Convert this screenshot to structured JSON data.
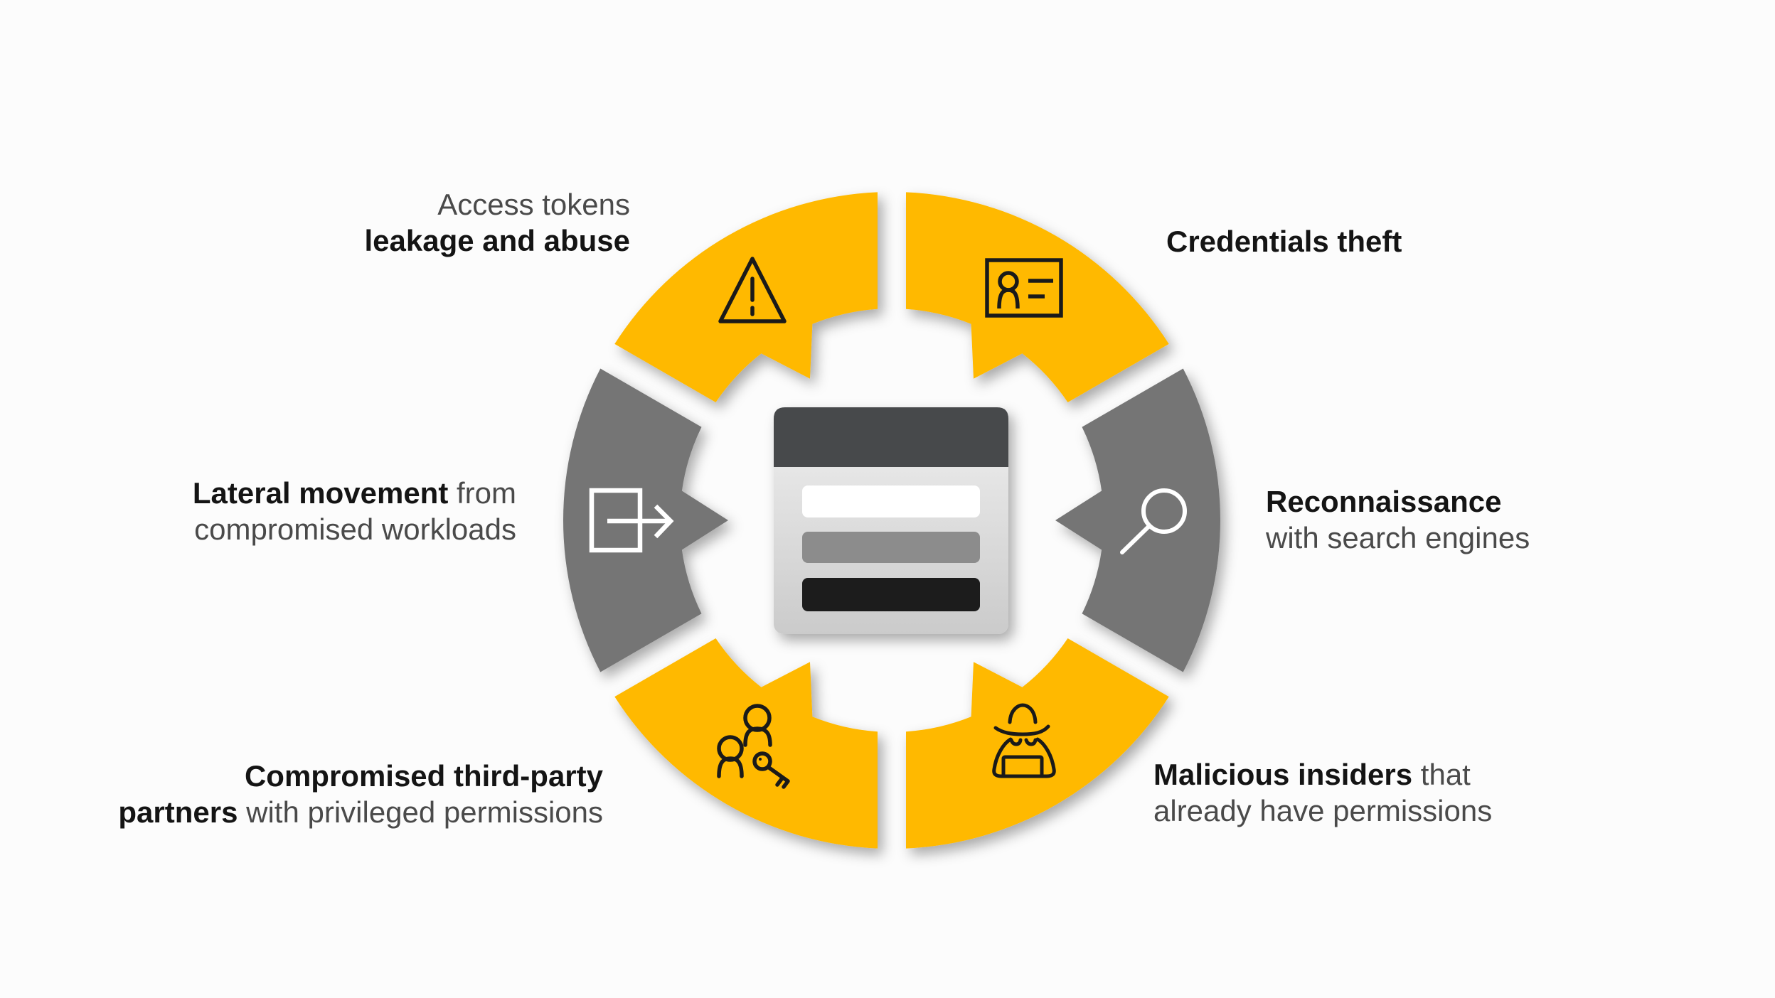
{
  "colors": {
    "background": "#FCFCFC",
    "amber": "#FFB900",
    "gray": "#747474",
    "icon_dark": "#1A1A1A",
    "icon_light": "#FFFFFF",
    "hub_header": "#47494B",
    "hub_body_top": "#F0F0F0",
    "hub_body_bottom": "#CBCBCB",
    "hub_field_white": "#FFFFFF",
    "hub_field_gray": "#8C8C8C",
    "hub_field_black": "#1D1D1D",
    "text_bold": "#141414",
    "text_regular": "#4A4A4A"
  },
  "ring": {
    "segments": [
      {
        "name": "reconnaissance",
        "angle": 0,
        "color": "#747474",
        "icon": "magnifier-icon"
      },
      {
        "name": "malicious-insiders",
        "angle": 60,
        "color": "#FFB900",
        "icon": "spy-icon"
      },
      {
        "name": "compromised-partners",
        "angle": 120,
        "color": "#FFB900",
        "icon": "people-key-icon"
      },
      {
        "name": "lateral-movement",
        "angle": 180,
        "color": "#747474",
        "icon": "box-arrow-icon"
      },
      {
        "name": "access-tokens",
        "angle": 240,
        "color": "#FFB900",
        "icon": "warning-icon"
      },
      {
        "name": "credentials-theft",
        "angle": 300,
        "color": "#FFB900",
        "icon": "id-card-icon"
      }
    ]
  },
  "labels": {
    "access_tokens": {
      "l1a": "Access tokens",
      "l2a": "leakage and abuse"
    },
    "credentials_theft": {
      "l1a": "Credentials theft"
    },
    "reconnaissance": {
      "l1a": "Reconnaissance",
      "l2a": "with search engines"
    },
    "malicious_insiders": {
      "l1a": "Malicious insiders",
      "l1b": " that",
      "l2a": "already have permissions"
    },
    "compromised_partners": {
      "l1a": "Compromised third-party",
      "l2a": "partners",
      "l2b": " with privileged permissions"
    },
    "lateral_movement": {
      "l1a": "Lateral movement",
      "l1b": " from",
      "l2a": "compromised workloads"
    }
  }
}
